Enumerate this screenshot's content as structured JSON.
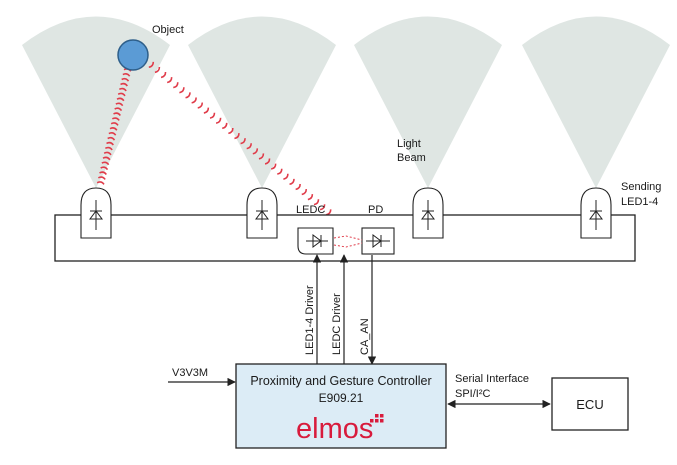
{
  "labels": {
    "object": "Object",
    "light_beam_line1": "Light",
    "light_beam_line2": "Beam",
    "sending_line1": "Sending",
    "sending_line2": "LED1-4",
    "ledc": "LEDC",
    "pd": "PD",
    "led_driver": "LED1-4 Driver",
    "ledc_driver": "LEDC Driver",
    "ca_an": "CA_AN",
    "v3v3m": "V3V3M",
    "serial_line1": "Serial Interface",
    "serial_line2": "SPI/I²C",
    "ecu": "ECU"
  },
  "controller": {
    "title": "Proximity and Gesture Controller",
    "part": "E909.21",
    "brand": "elmos"
  },
  "colors": {
    "beam": "#dfe6e3",
    "object": "#5b9bd5",
    "signal": "#e03c4a",
    "controller_fill": "#dcecf6",
    "brand": "#d81b3c"
  }
}
